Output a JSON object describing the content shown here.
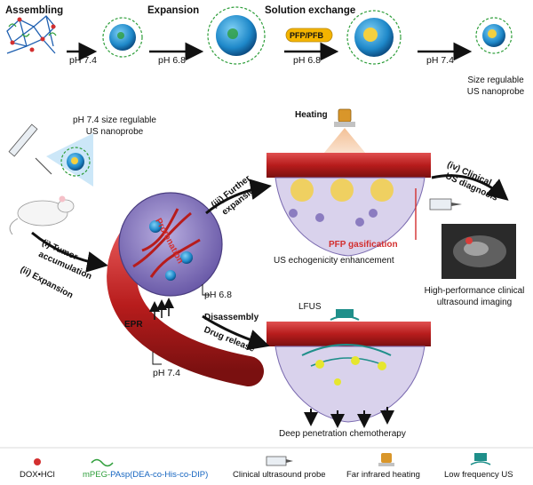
{
  "top": {
    "stages": [
      "Assembling",
      "Expansion",
      "Solution exchange"
    ],
    "ph_labels": [
      "pH 7.4",
      "pH 6.8",
      "pH 6.8",
      "pH 7.4"
    ],
    "gas_pill": "PFP/PFB",
    "final_label": [
      "Size regulable",
      "US nanoprobe"
    ]
  },
  "left": {
    "probe_label": [
      "pH 7.4 size regulable",
      "US nanoprobe"
    ],
    "tumor_step": [
      "(i) Tumor",
      "accumulation"
    ],
    "expansion_step": "(ii) Expansion",
    "protonation": "Protonation",
    "epr": "EPR",
    "ph_tumor": "pH 6.8",
    "ph_blood": "pH 7.4"
  },
  "upper_right": {
    "heating": "Heating",
    "further_expansion": [
      "(iii) Further",
      "expansion"
    ],
    "gasification": "PFP gasification",
    "caption": "US echogenicity enhancement",
    "diagnosis": [
      "(iv) Clinical",
      "US diagnosis"
    ],
    "imaging_caption": [
      "High-performance clinical",
      "ultrasound imaging"
    ]
  },
  "lower_right": {
    "lfus": "LFUS",
    "disassembly": "Disassembly",
    "drug_release": "Drug release",
    "caption": "Deep penetration chemotherapy"
  },
  "legend": {
    "dox": "DOX•HCl",
    "polymer_prefix": "mPEG-",
    "polymer_rest": "PAsp(DEA-co-His-co-DIP)",
    "probe": "Clinical ultrasound probe",
    "heating": "Far infrared heating",
    "lfus": "Low frequency US"
  },
  "colors": {
    "blood": "#b71c1c",
    "accent_red": "#d32f2f",
    "nanoparticle": "#1e88c9",
    "peg_green": "#2e9e3a",
    "pasp_blue": "#1565c0",
    "pill": "#f4b400",
    "tumor": "#7b6bb0",
    "heater": "#d9962a",
    "lfus": "#1f8f8a"
  }
}
